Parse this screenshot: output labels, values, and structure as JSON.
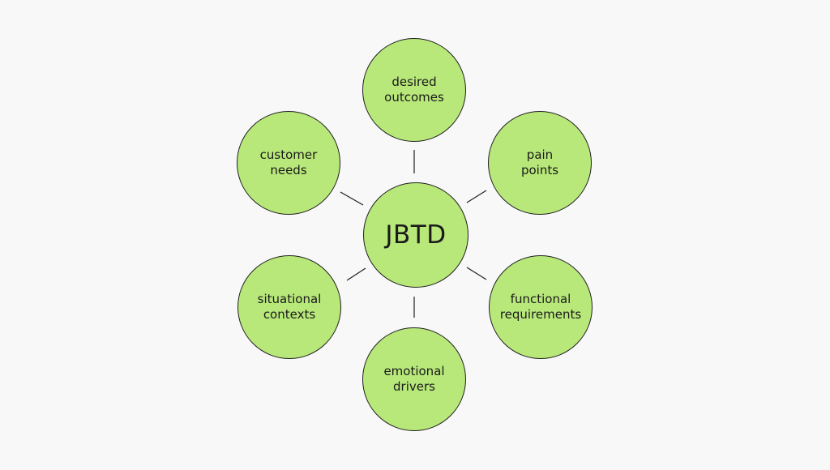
{
  "diagram": {
    "colors": {
      "background": "#f8f8f8",
      "node_fill": "#b8e87a",
      "outline": "#1f1f1f",
      "text": "#1a1a1a"
    },
    "center": {
      "label": "JBTD"
    },
    "satellites": [
      {
        "id": "desired-outcomes",
        "label": "desired\noutcomes"
      },
      {
        "id": "pain-points",
        "label": "pain\npoints"
      },
      {
        "id": "functional-requirements",
        "label": "functional\nrequirements"
      },
      {
        "id": "emotional-drivers",
        "label": "emotional\ndrivers"
      },
      {
        "id": "situational-contexts",
        "label": "situational\ncontexts"
      },
      {
        "id": "customer-needs",
        "label": "customer\nneeds"
      }
    ]
  }
}
